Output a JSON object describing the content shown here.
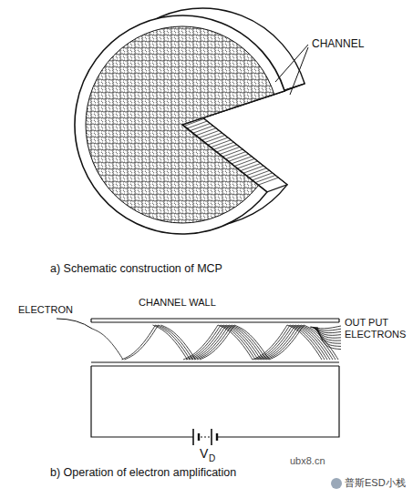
{
  "diagram": {
    "labels": [
      "CHANNEL",
      "a) Schematic construction of MCP",
      "CHANNEL WALL",
      "ELECTRON",
      "OUT PUT ELECTRONS",
      "V",
      "D",
      "b) Operation of electron amplification",
      "ubx8.cn",
      "普斯ESD小栈"
    ]
  }
}
